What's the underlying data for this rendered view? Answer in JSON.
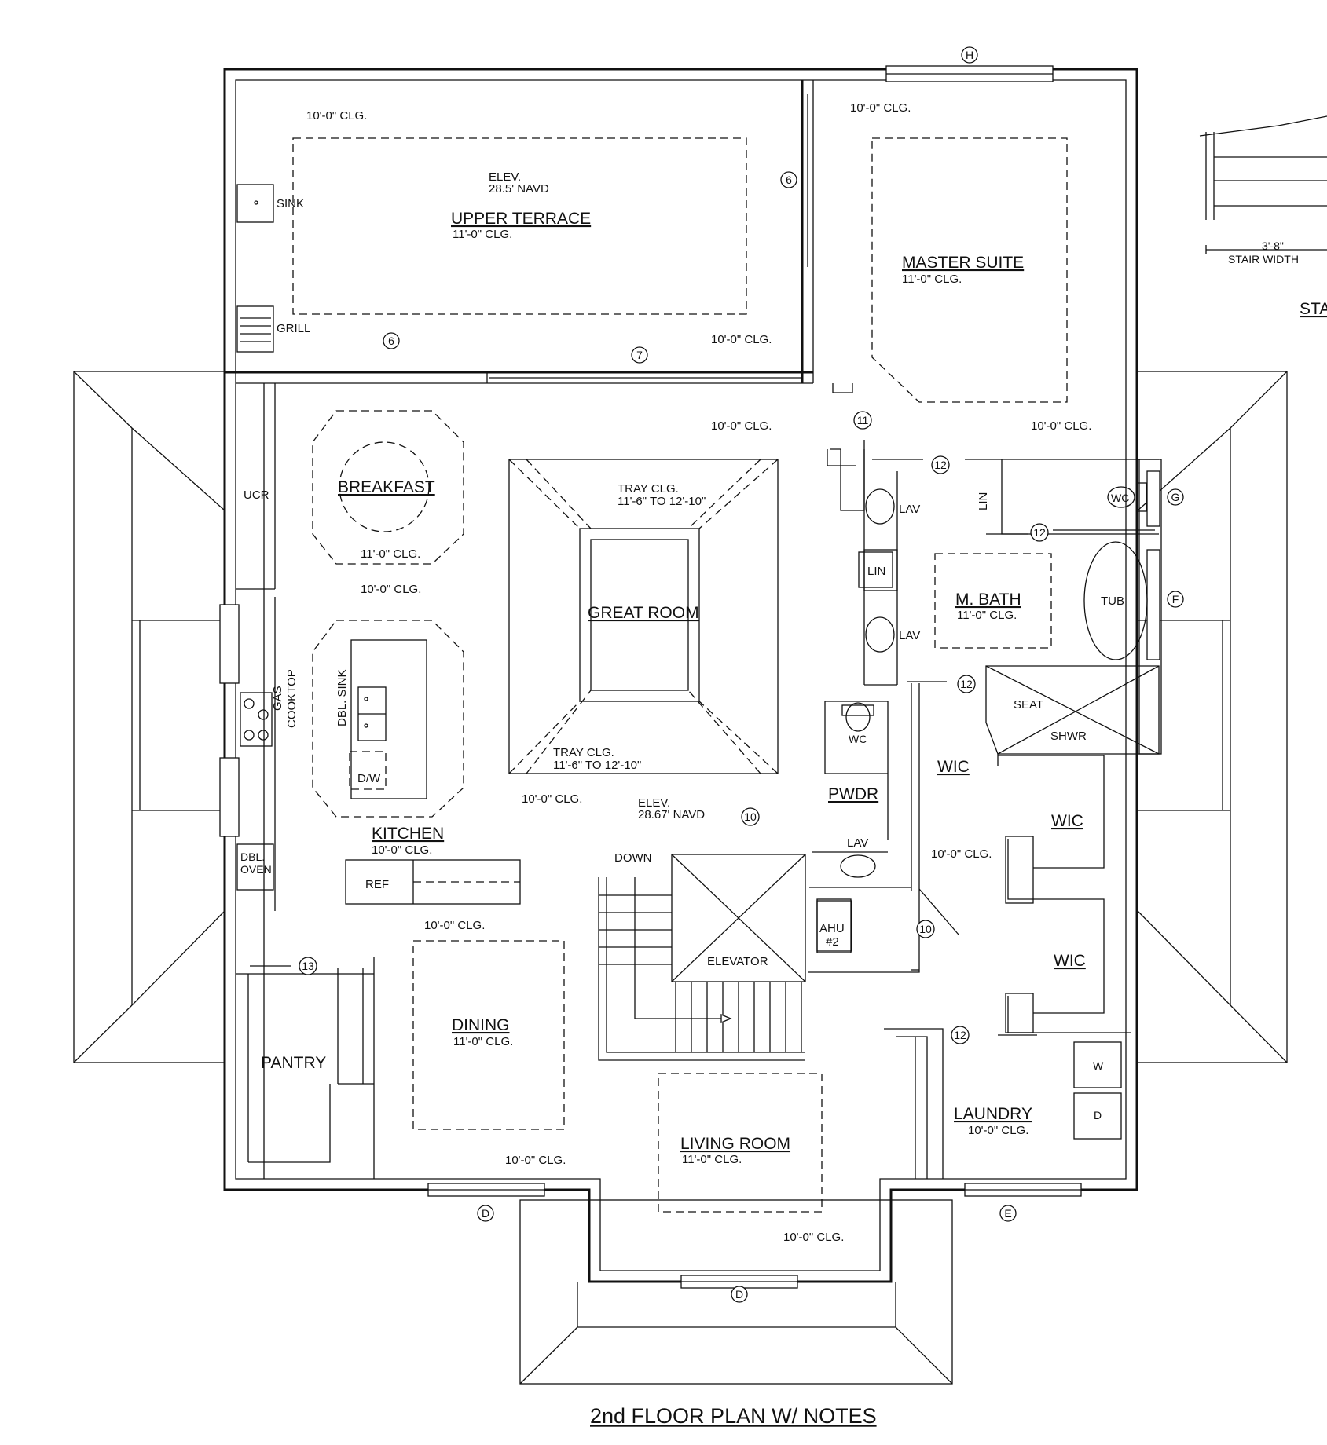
{
  "title": "2nd FLOOR PLAN W/ NOTES",
  "rooms": {
    "upper_terrace": "UPPER TERRACE",
    "master_suite": "MASTER SUITE",
    "breakfast": "BREAKFAST",
    "great_room": "GREAT ROOM",
    "kitchen": "KITCHEN",
    "dining": "DINING",
    "pantry": "PANTRY",
    "living_room": "LIVING ROOM",
    "m_bath": "M. BATH",
    "wic_1": "WIC",
    "wic_2": "WIC",
    "wic_3": "WIC",
    "laundry": "LAUNDRY",
    "pwdr": "PWDR",
    "elevator": "ELEVATOR"
  },
  "ceilings": {
    "c10": "10'-0\" CLG.",
    "c11": "11'-0\" CLG.",
    "tray_label": "TRAY CLG.",
    "tray_range": "11'-6\" TO 12'-10\""
  },
  "elevations": {
    "elev": "ELEV.",
    "terrace_navd": "28.5' NAVD",
    "great_navd": "28.67' NAVD"
  },
  "fixtures": {
    "sink": "SINK",
    "grill": "GRILL",
    "ucr": "UCR",
    "dbl_sink": "DBL. SINK",
    "dw": "D/W",
    "gas": "GAS",
    "cooktop": "COOKTOP",
    "dbl": "DBL.",
    "oven": "OVEN",
    "ref": "REF",
    "lav": "LAV",
    "lin": "LIN",
    "wc": "WC",
    "tub": "TUB",
    "seat": "SEAT",
    "shwr": "SHWR",
    "ahu": "AHU",
    "ahu_num": "#2",
    "washer": "W",
    "dryer": "D",
    "down": "DOWN"
  },
  "door_tags": {
    "t6": "6",
    "t7": "7",
    "t10": "10",
    "t11": "11",
    "t12": "12",
    "t13": "13"
  },
  "window_tags": {
    "tD": "D",
    "tE": "E",
    "tF": "F",
    "tG": "G",
    "tH": "H"
  },
  "inset": {
    "dimension": "3'-8\"",
    "caption": "STAIR WIDTH",
    "cut_label": "STA"
  }
}
